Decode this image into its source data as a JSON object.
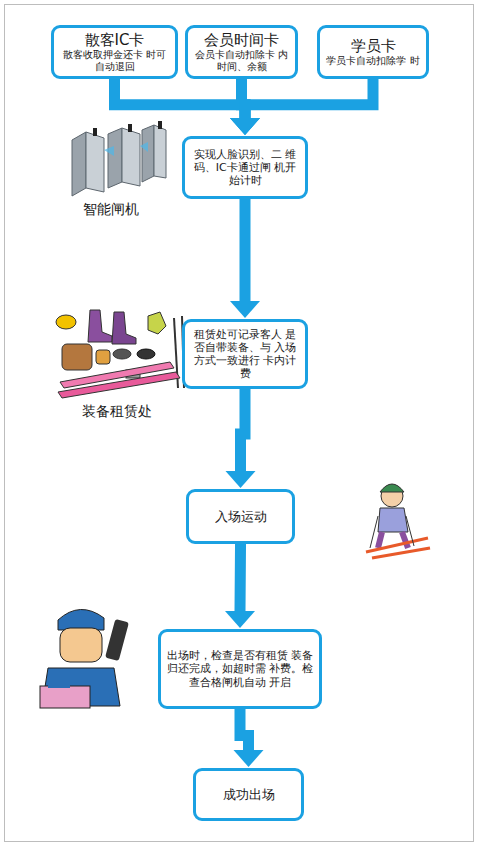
{
  "diagram": {
    "nodes": [
      {
        "text": [
          "散客IC卡",
          "散客收取押金还卡 时可自动退回"
        ]
      },
      {
        "text": [
          "会员时间卡",
          "会员卡自动扣除卡 内时间、余额"
        ]
      },
      {
        "text": [
          "学员卡",
          "学员卡自动扣除学 时"
        ]
      },
      {
        "text": [
          "实现人脸识别、二 维码、IC卡通过闸 机开始计时"
        ]
      },
      {
        "text": [
          "租赁处可记录客人 是否自带装备、与 入场方式一致进行 卡内计费"
        ]
      },
      {
        "text": [
          "入场运动"
        ]
      },
      {
        "text": [
          "出场时，检查是否有租赁 装备归还完成，如超时需 补费。检查合格闸机自动 开启"
        ]
      },
      {
        "text": [
          "成功出场"
        ]
      }
    ],
    "edges": [
      {
        "from": 0,
        "to": 3,
        "arrow": "to"
      },
      {
        "from": 1,
        "to": 3,
        "arrow": "to"
      },
      {
        "from": 2,
        "to": 3,
        "arrow": "to"
      },
      {
        "from": 3,
        "to": 4,
        "arrow": "to"
      },
      {
        "from": 4,
        "to": 5,
        "arrow": "to"
      },
      {
        "from": 5,
        "to": 6,
        "arrow": "to"
      },
      {
        "from": 6,
        "to": 7,
        "arrow": "to"
      }
    ],
    "labels": [
      "智能闸机",
      "装备租赁处"
    ]
  }
}
